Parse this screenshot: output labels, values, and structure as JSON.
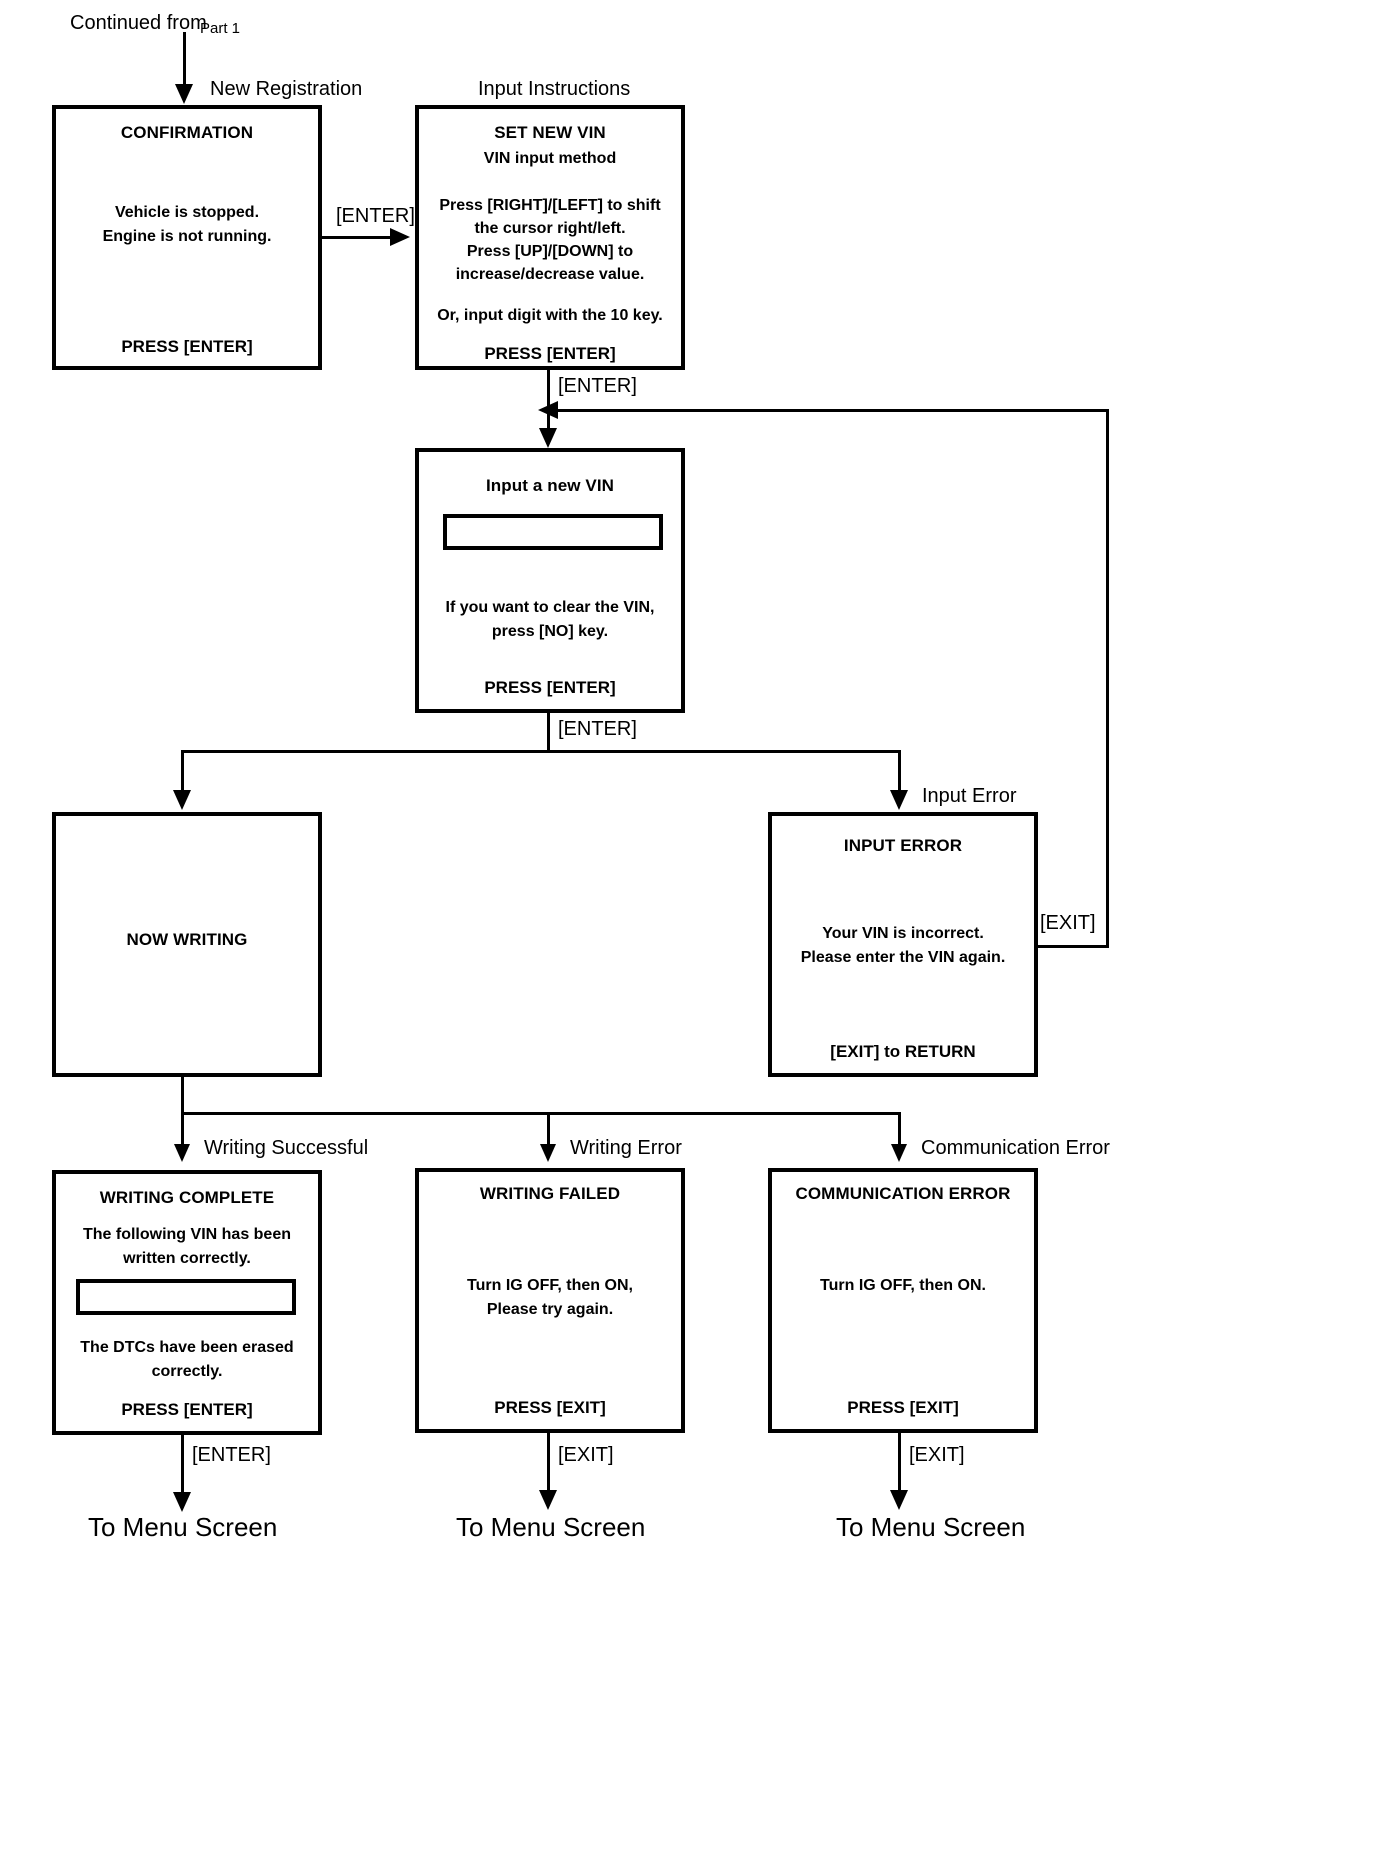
{
  "diagram": {
    "title_note": "Continued from",
    "title_note_part": "Part 1",
    "edge_labels": {
      "new_registration": "New Registration",
      "input_instructions": "Input Instructions",
      "enter_1": "[ENTER]",
      "enter_2": "[ENTER]",
      "enter_3": "[ENTER]",
      "input_error": "Input Error",
      "exit_return": "[EXIT]",
      "writing_successful": "Writing Successful",
      "writing_error": "Writing Error",
      "communication_error": "Communication Error",
      "enter_bottom": "[ENTER]",
      "exit_bottom_mid": "[EXIT]",
      "exit_bottom_right": "[EXIT]"
    },
    "terminals": {
      "menu_1": "To Menu Screen",
      "menu_2": "To Menu Screen",
      "menu_3": "To Menu Screen"
    }
  },
  "screens": {
    "confirmation": {
      "title": "CONFIRMATION",
      "body": [
        "Vehicle is stopped.",
        "Engine is not running."
      ],
      "footer": "PRESS [ENTER]"
    },
    "set_new_vin": {
      "title": "SET NEW VIN",
      "subtitle": "VIN input method",
      "body": [
        "Press [RIGHT]/[LEFT] to shift",
        "the cursor right/left.",
        "Press [UP]/[DOWN] to",
        "increase/decrease value."
      ],
      "note": "Or, input digit with the 10 key.",
      "footer": "PRESS [ENTER]"
    },
    "input_new_vin": {
      "title": "Input a new VIN",
      "field_value": "",
      "body": [
        "If you want to clear the VIN,",
        "press [NO] key."
      ],
      "footer": "PRESS [ENTER]"
    },
    "now_writing": {
      "title": "NOW WRITING"
    },
    "input_error": {
      "title": "INPUT ERROR",
      "body": [
        "Your VIN is incorrect.",
        "Please enter the VIN again."
      ],
      "footer": "[EXIT] to RETURN"
    },
    "writing_complete": {
      "title": "WRITING COMPLETE",
      "body_top": [
        "The following VIN has been",
        "written correctly."
      ],
      "field_value": "",
      "body_bottom": [
        "The DTCs have been erased",
        "correctly."
      ],
      "footer": "PRESS [ENTER]"
    },
    "writing_failed": {
      "title": "WRITING FAILED",
      "body": [
        "Turn IG OFF, then ON,",
        "Please try again."
      ],
      "footer": "PRESS [EXIT]"
    },
    "communication_error": {
      "title": "COMMUNICATION ERROR",
      "body": [
        "Turn IG OFF, then ON."
      ],
      "footer": "PRESS [EXIT]"
    }
  },
  "colors": {
    "stroke": "#000000",
    "background": "#ffffff"
  }
}
